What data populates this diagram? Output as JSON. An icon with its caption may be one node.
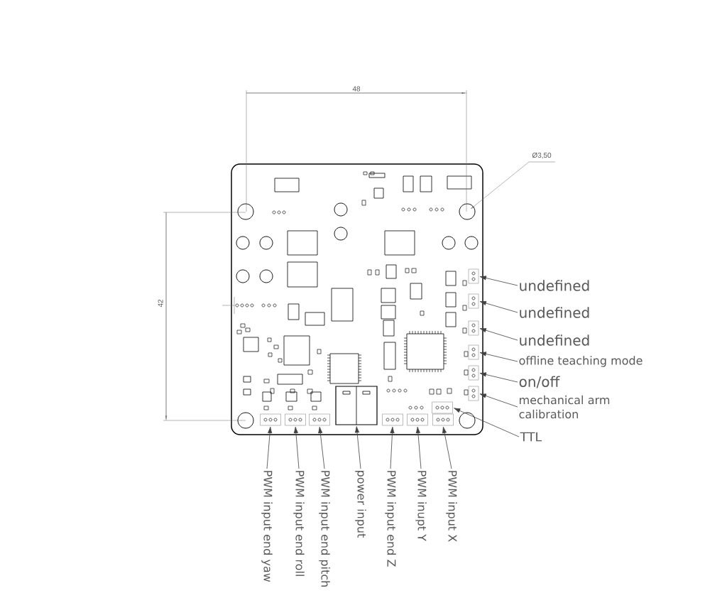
{
  "diagram": {
    "nodes": [
      {
        "text": [
          "undefined"
        ]
      },
      {
        "text": [
          "undefined"
        ]
      },
      {
        "text": [
          "undefined"
        ]
      },
      {
        "text": [
          "offline teaching mode"
        ]
      },
      {
        "text": [
          "on/off"
        ]
      },
      {
        "text": [
          "mechanical arm calibration"
        ]
      },
      {
        "text": [
          "TTL"
        ]
      },
      {
        "text": [
          "PWM input end yaw"
        ]
      },
      {
        "text": [
          "PWM input end roll"
        ]
      },
      {
        "text": [
          "PWM input end pitch"
        ]
      },
      {
        "text": [
          "power input"
        ]
      },
      {
        "text": [
          "PWM input end Z"
        ]
      },
      {
        "text": [
          "PWM inupt Y"
        ]
      },
      {
        "text": [
          "PWM input X"
        ]
      },
      {
        "text": [],
        "shape": "box"
      },
      {
        "text": [],
        "shape": "box"
      },
      {
        "text": [],
        "shape": "box"
      },
      {
        "text": [],
        "shape": "box"
      },
      {
        "text": [],
        "shape": "box"
      },
      {
        "text": [],
        "shape": "box"
      },
      {
        "text": [],
        "shape": "box"
      },
      {
        "text": [],
        "shape": "box"
      },
      {
        "text": [],
        "shape": "box"
      },
      {
        "text": [],
        "shape": "box"
      },
      {
        "text": [],
        "shape": "box"
      },
      {
        "text": [],
        "shape": "box"
      },
      {
        "text": [],
        "shape": "box"
      },
      {
        "text": [],
        "shape": "box"
      }
    ],
    "edges": [
      {
        "from": 0,
        "to": 14,
        "arrow": "to"
      },
      {
        "from": 1,
        "to": 15,
        "arrow": "to"
      },
      {
        "from": 2,
        "to": 16,
        "arrow": "to"
      },
      {
        "from": 3,
        "to": 17,
        "arrow": "to"
      },
      {
        "from": 4,
        "to": 18,
        "arrow": "to"
      },
      {
        "from": 5,
        "to": 19,
        "arrow": "to"
      },
      {
        "from": 6,
        "to": 20,
        "arrow": "to"
      },
      {
        "from": 7,
        "to": 21,
        "arrow": "to"
      },
      {
        "from": 8,
        "to": 22,
        "arrow": "to"
      },
      {
        "from": 9,
        "to": 23,
        "arrow": "to"
      },
      {
        "from": 10,
        "to": 24,
        "arrow": "to"
      },
      {
        "from": 11,
        "to": 25,
        "arrow": "to"
      },
      {
        "from": 12,
        "to": 26,
        "arrow": "to"
      },
      {
        "from": 13,
        "to": 27,
        "arrow": "to"
      }
    ],
    "labels": [
      "48",
      "Ø3,50",
      "42"
    ]
  }
}
